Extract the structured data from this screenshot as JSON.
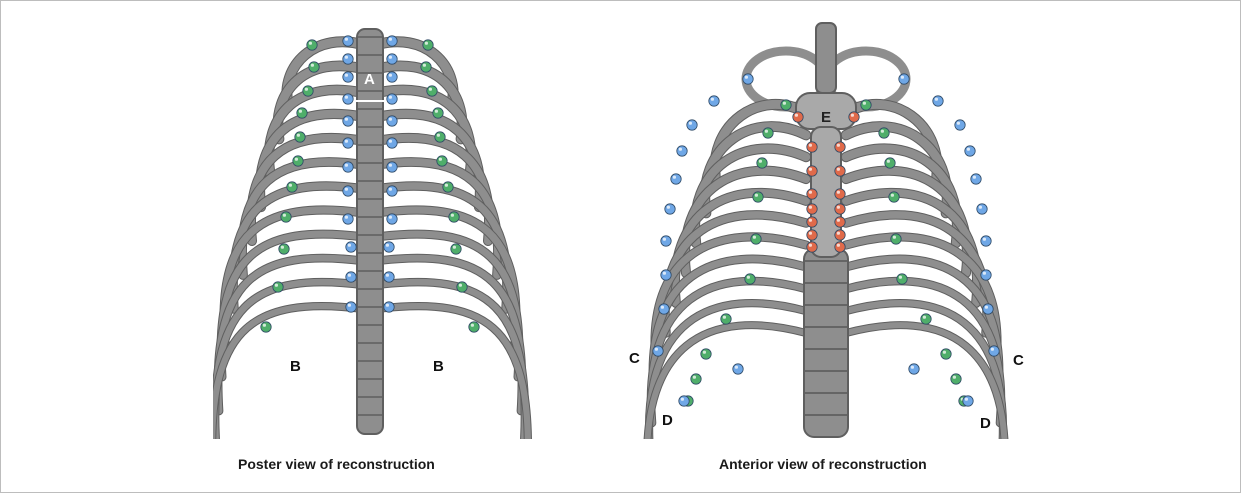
{
  "captions": {
    "left": "Poster view of reconstruction",
    "right": "Anterior view of reconstruction"
  },
  "labels": {
    "A": "A",
    "B": "B",
    "C": "C",
    "D": "D",
    "E": "E"
  },
  "colors": {
    "bone": "#8e8e8e",
    "bone_shadow": "#5f5f5f",
    "marker_blue": "#6fa7e6",
    "marker_green": "#4fae6a",
    "marker_red": "#e06a4a"
  }
}
